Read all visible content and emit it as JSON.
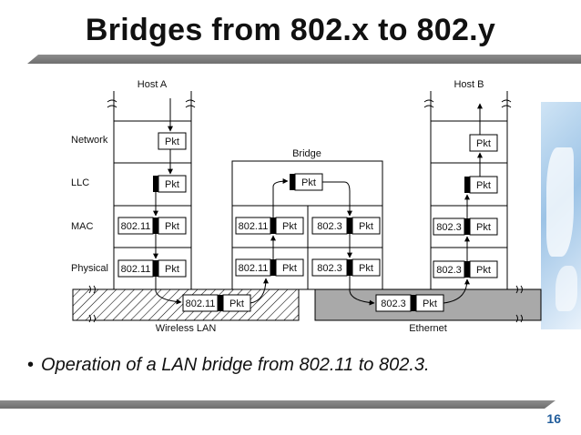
{
  "slide": {
    "title": "Bridges from 802.x to 802.y",
    "bullet": "Operation of a LAN bridge from 802.11 to 802.3.",
    "page_number": "16"
  },
  "diagram": {
    "host_a": "Host A",
    "host_b": "Host B",
    "bridge": "Bridge",
    "layers": [
      "Network",
      "LLC",
      "MAC",
      "Physical"
    ],
    "packet": "Pkt",
    "wireless_header": "802.11",
    "ethernet_header": "802.3",
    "wireless_lan": "Wireless LAN",
    "ethernet": "Ethernet"
  }
}
